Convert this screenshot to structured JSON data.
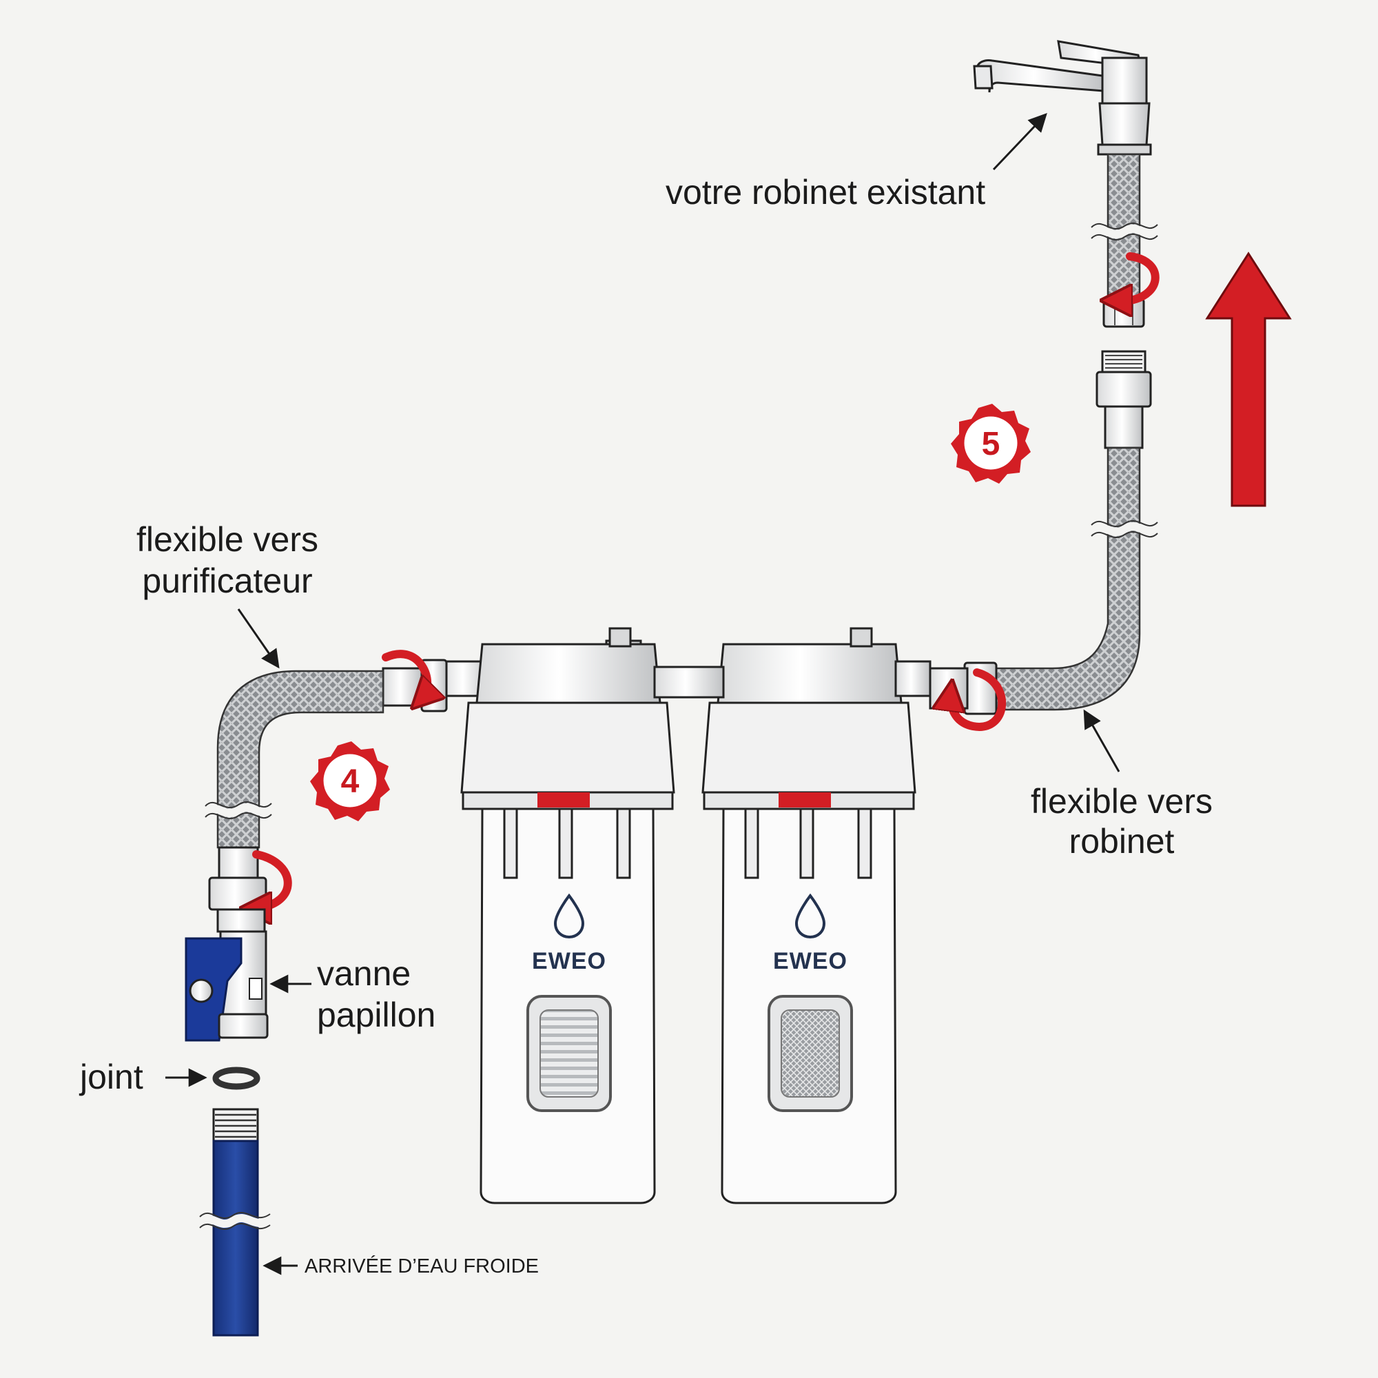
{
  "labels": {
    "faucet": "votre robinet existant",
    "hose_to_purifier_line1": "flexible vers",
    "hose_to_purifier_line2": "purificateur",
    "hose_to_faucet_line1": "flexible vers",
    "hose_to_faucet_line2": "robinet",
    "valve_line1": "vanne",
    "valve_line2": "papillon",
    "gasket": "joint",
    "cold_water": "ARRIVÉE D’EAU FROIDE"
  },
  "steps": [
    "4",
    "5"
  ],
  "brand": "EWEO",
  "filters": [
    {
      "brand": "EWEO",
      "window": "sediment-lines"
    },
    {
      "brand": "EWEO",
      "window": "mesh"
    }
  ],
  "colors": {
    "accent_red": "#c8191f",
    "pipe_blue": "#1f3d8c",
    "valve_blue": "#1b3a9a",
    "brand_navy": "#23324f",
    "text": "#1b1b1b"
  },
  "icons": [
    "water-drop-icon",
    "rotate-arrow-icon",
    "up-arrow-icon",
    "step-badge-icon"
  ]
}
